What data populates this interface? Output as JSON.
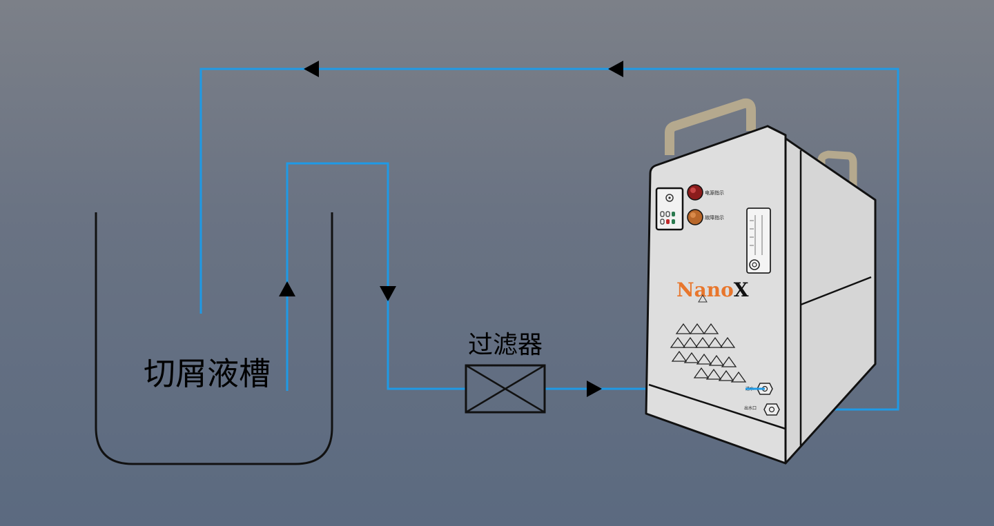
{
  "tank": {
    "label": "切屑液槽"
  },
  "filter": {
    "label": "过滤器"
  },
  "machine": {
    "brand_nano": "Nano",
    "brand_x": "X",
    "indicator_power": "电源指示",
    "indicator_fault": "故障指示",
    "port_in": "进水",
    "port_out": "出水口"
  },
  "colors": {
    "pipe": "#1e9ae6",
    "brand_orange": "#e8762c",
    "machine_body": "#d9d9d9",
    "handle": "#b5a98e"
  }
}
